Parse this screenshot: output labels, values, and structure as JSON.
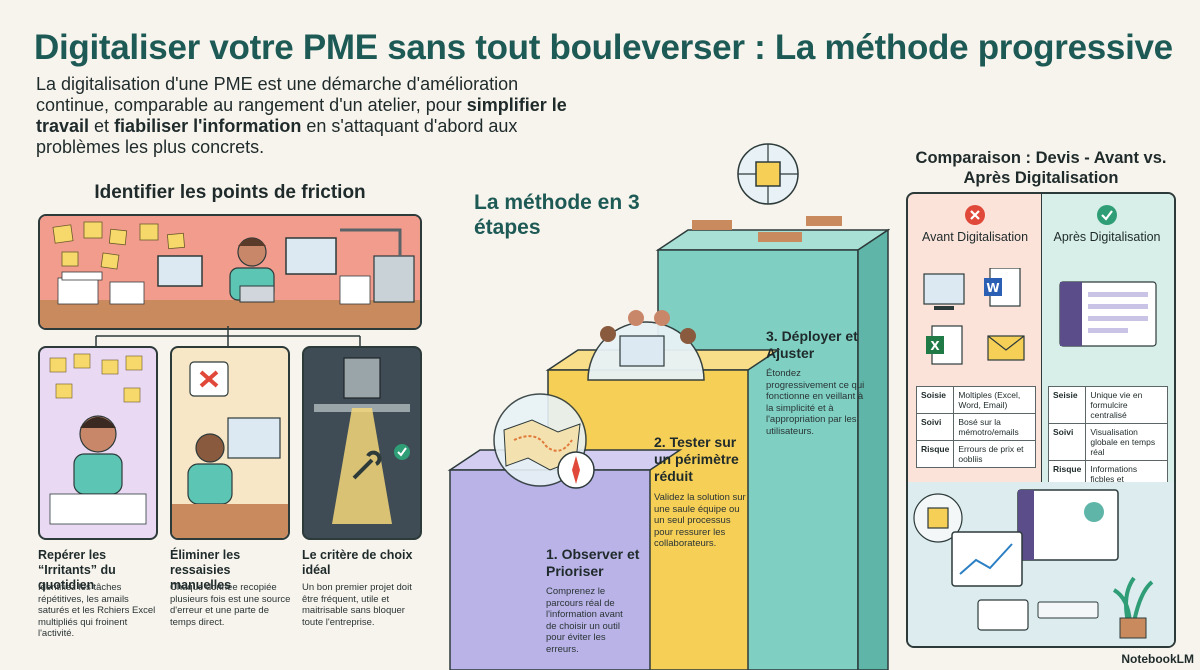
{
  "title": "Digitaliser votre PME sans tout bouleverser : La méthode progressive",
  "intro": {
    "part1": "La digitalisation d'une PME est une démarche d'amélioration continue, comparable au rangement d'un atelier, pour ",
    "bold1": "simplifier le travail",
    "part2": " et ",
    "bold2": "fiabiliser l'information",
    "part3": " en s'attaquant d'abord aux problèmes les plus concrets."
  },
  "friction": {
    "heading": "Identifier les points de friction",
    "cards": [
      {
        "title": "Repérer les “Irritants” du quotidien",
        "body": "Identifiez les tâches répétitives, les amails saturés et les Rchiers Excel multipliés qui froinent l'activité."
      },
      {
        "title": "Éliminer les ressaisies manuelles",
        "body": "Chaque donnée recopiée plusieurs fois est une source d'erreur et une parte de temps direct."
      },
      {
        "title": "Le critère de choix idéal",
        "body": "Un bon premier projet doit être fréquent, utile et maitrisable sans bloquer toute l'entreprise."
      }
    ]
  },
  "method": {
    "heading": "La méthode en 3 étapes",
    "steps": [
      {
        "title": "1. Observer et Prioriser",
        "body": "Comprenez le parcours réal de l'information avant de choisir un outil pour éviter les erreurs."
      },
      {
        "title": "2. Tester sur un périmètre réduit",
        "body": "Validez la solution sur une saule équipe ou un seul processus pour ressurer les collaborateurs."
      },
      {
        "title": "3. Déployer et Ajuster",
        "body": "Étondez progressivement ce qui fonctionne en veillant à la simplicité et à l'appropriation par les utilisateurs."
      }
    ]
  },
  "comparison": {
    "heading": "Comparaison : Devis - Avant vs. Après Digitalisation",
    "before_label": "Avant Digitalisation",
    "after_label": "Après Digitalisation",
    "before_rows": [
      {
        "key": "Soisie",
        "value": "Moltiples (Excel, Word, Email)"
      },
      {
        "key": "Soivi",
        "value": "Bosé sur la mémotro/emails"
      },
      {
        "key": "Risque",
        "value": "Errours de prix et oobliis"
      }
    ],
    "after_rows": [
      {
        "key": "Seisie",
        "value": "Unique vie en formulcire centralisé"
      },
      {
        "key": "Soivi",
        "value": "Visualisation globale en temps réal"
      },
      {
        "key": "Risque",
        "value": "Informations ficbles et homogènes"
      }
    ]
  },
  "brand": "NotebookLM",
  "colors": {
    "title": "#1e5a55",
    "friction_top": "#f29c8e",
    "step1": "#b9b3e8",
    "step2": "#f6cf57",
    "step3": "#7fd0c3",
    "before_bg": "#fbe3da",
    "after_bg": "#d7efe8",
    "bad": "#e0493a",
    "good": "#2f9e77"
  }
}
